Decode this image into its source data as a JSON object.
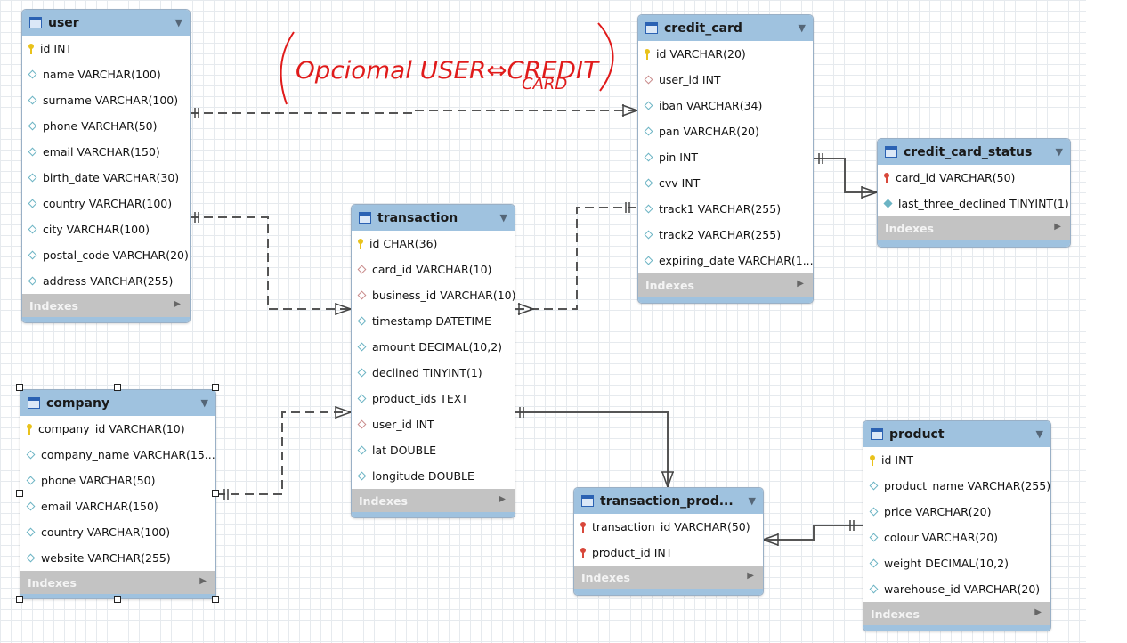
{
  "tables": {
    "user": {
      "title": "user",
      "columns": [
        "id INT",
        "name VARCHAR(100)",
        "surname VARCHAR(100)",
        "phone VARCHAR(50)",
        "email VARCHAR(150)",
        "birth_date VARCHAR(30)",
        "country VARCHAR(100)",
        "city VARCHAR(100)",
        "postal_code VARCHAR(20)",
        "address VARCHAR(255)"
      ],
      "footer": "Indexes"
    },
    "credit_card": {
      "title": "credit_card",
      "columns": [
        "id VARCHAR(20)",
        "user_id INT",
        "iban VARCHAR(34)",
        "pan VARCHAR(20)",
        "pin INT",
        "cvv INT",
        "track1 VARCHAR(255)",
        "track2 VARCHAR(255)",
        "expiring_date VARCHAR(1..."
      ],
      "footer": "Indexes"
    },
    "credit_card_status": {
      "title": "credit_card_status",
      "columns": [
        "card_id VARCHAR(50)",
        "last_three_declined TINYINT(1)"
      ],
      "footer": "Indexes"
    },
    "transaction": {
      "title": "transaction",
      "columns": [
        "id CHAR(36)",
        "card_id VARCHAR(10)",
        "business_id VARCHAR(10)",
        "timestamp DATETIME",
        "amount DECIMAL(10,2)",
        "declined TINYINT(1)",
        "product_ids TEXT",
        "user_id INT",
        "lat DOUBLE",
        "longitude DOUBLE"
      ],
      "footer": "Indexes"
    },
    "company": {
      "title": "company",
      "columns": [
        "company_id VARCHAR(10)",
        "company_name VARCHAR(15...",
        "phone VARCHAR(50)",
        "email VARCHAR(150)",
        "country VARCHAR(100)",
        "website VARCHAR(255)"
      ],
      "footer": "Indexes"
    },
    "transaction_products": {
      "title": "transaction_prod...",
      "columns": [
        "transaction_id VARCHAR(50)",
        "product_id INT"
      ],
      "footer": "Indexes"
    },
    "product": {
      "title": "product",
      "columns": [
        "id INT",
        "product_name VARCHAR(255)",
        "price VARCHAR(20)",
        "colour VARCHAR(20)",
        "weight DECIMAL(10,2)",
        "warehouse_id VARCHAR(20)"
      ],
      "footer": "Indexes"
    }
  },
  "annotation": {
    "line1": "Opciomal USER⇔CREDIT",
    "line2": "CARD",
    "color": "#e01b1b"
  },
  "colors": {
    "header": "#9fc2df",
    "footer": "#c3c3c3",
    "connector": "#555555"
  }
}
